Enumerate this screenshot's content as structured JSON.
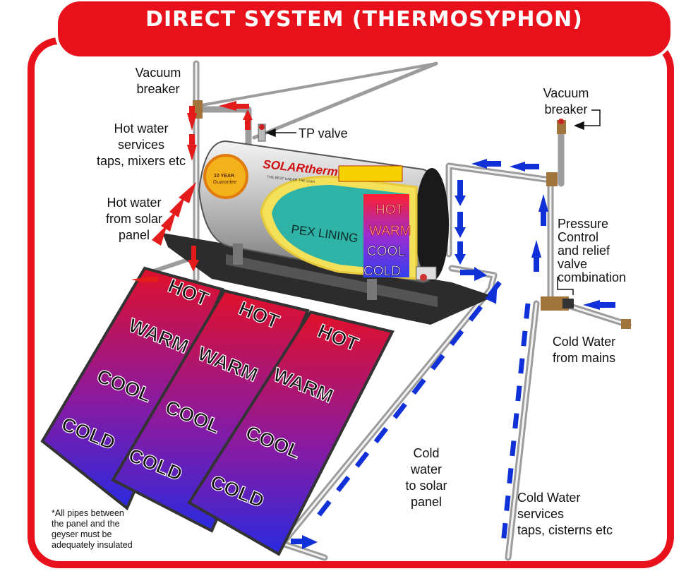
{
  "title": "DIRECT SYSTEM (THERMOSYPHON)",
  "labels": {
    "vacuum_breaker_left": [
      "Vacuum",
      "breaker"
    ],
    "hot_services": [
      "Hot water",
      "services",
      "taps, mixers etc"
    ],
    "hot_from_panel": [
      "Hot water",
      "from solar",
      "panel"
    ],
    "tp_valve": "TP valve",
    "vacuum_breaker_right": [
      "Vacuum",
      "breaker"
    ],
    "pressure_control": [
      "Pressure",
      "Control",
      "and relief",
      "valve",
      "combination"
    ],
    "cold_mains": [
      "Cold Water",
      "from mains"
    ],
    "cold_to_panel": [
      "Cold",
      "water",
      "to solar",
      "panel"
    ],
    "cold_services": [
      "Cold Water",
      "services",
      "taps, cisterns etc"
    ]
  },
  "note": [
    "*All pipes between",
    "the panel and the",
    "geyser must be",
    "adequately insulated"
  ],
  "tank": {
    "brand": "SOLARtherm",
    "slogan": "THE BEST UNDER THE SUN!",
    "lining": "PEX LINING",
    "zones": [
      "HOT",
      "WARM",
      "COOL",
      "COLD"
    ],
    "badge": [
      "10 YEAR",
      "Guarantee"
    ]
  },
  "panels": [
    {
      "zones": [
        "HOT",
        "WARM",
        "COOL",
        "COLD"
      ]
    },
    {
      "zones": [
        "HOT",
        "WARM",
        "COOL",
        "COLD"
      ]
    },
    {
      "zones": [
        "HOT",
        "WARM",
        "COOL",
        "COLD"
      ]
    }
  ],
  "colors": {
    "banner": "#e8101a",
    "border": "#e8101a",
    "hot_arrow": "#e41b1b",
    "cold_arrow": "#1030d8",
    "panel_hot": "#e0102a",
    "panel_cold": "#2a2ae0",
    "lining": "#2fb3a6"
  }
}
